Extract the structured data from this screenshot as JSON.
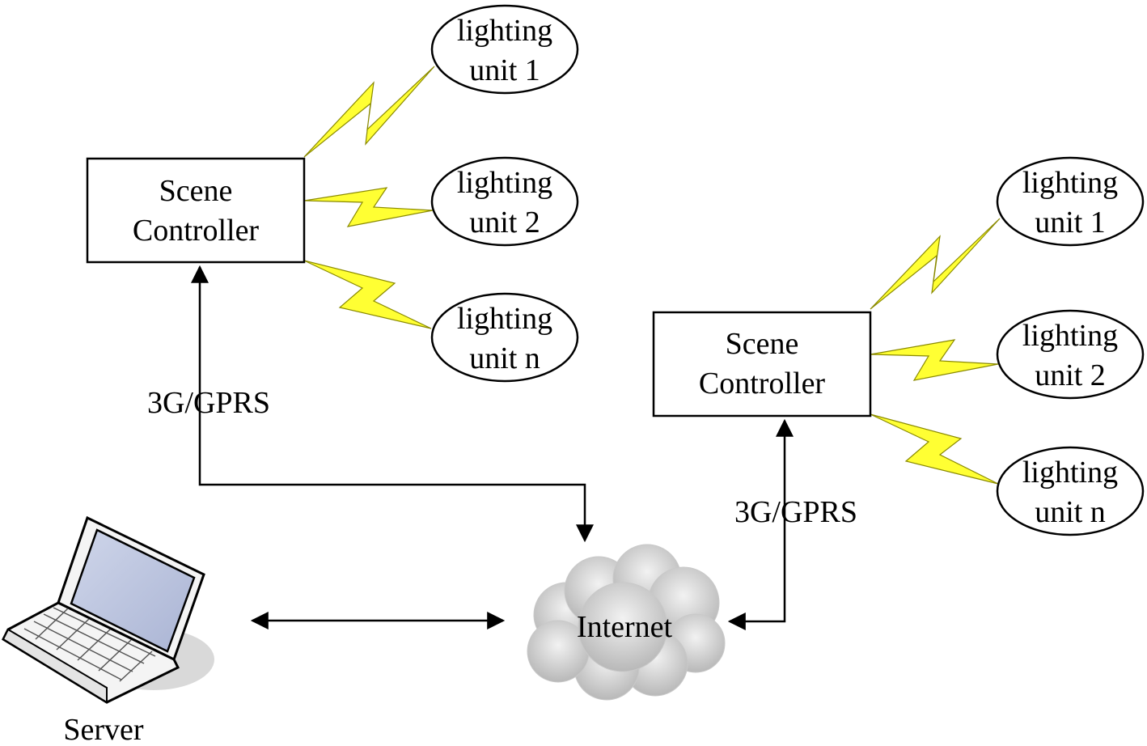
{
  "nodes": {
    "left_controller": {
      "line1": "Scene",
      "line2": "Controller"
    },
    "right_controller": {
      "line1": "Scene",
      "line2": "Controller"
    },
    "left_units": [
      {
        "line1": "lighting",
        "line2": "unit 1"
      },
      {
        "line1": "lighting",
        "line2": "unit 2"
      },
      {
        "line1": "lighting",
        "line2": "unit n"
      }
    ],
    "right_units": [
      {
        "line1": "lighting",
        "line2": "unit 1"
      },
      {
        "line1": "lighting",
        "line2": "unit 2"
      },
      {
        "line1": "lighting",
        "line2": "unit n"
      }
    ],
    "internet": "Internet",
    "server": "Server"
  },
  "links": {
    "left_link_label": "3G/GPRS",
    "right_link_label": "3G/GPRS"
  },
  "colors": {
    "bolt": "#ffff33",
    "cloud": "#d4d4d4"
  },
  "icons": {
    "server": "laptop-icon",
    "internet": "cloud-icon",
    "wireless": "lightning-bolt-icon"
  }
}
